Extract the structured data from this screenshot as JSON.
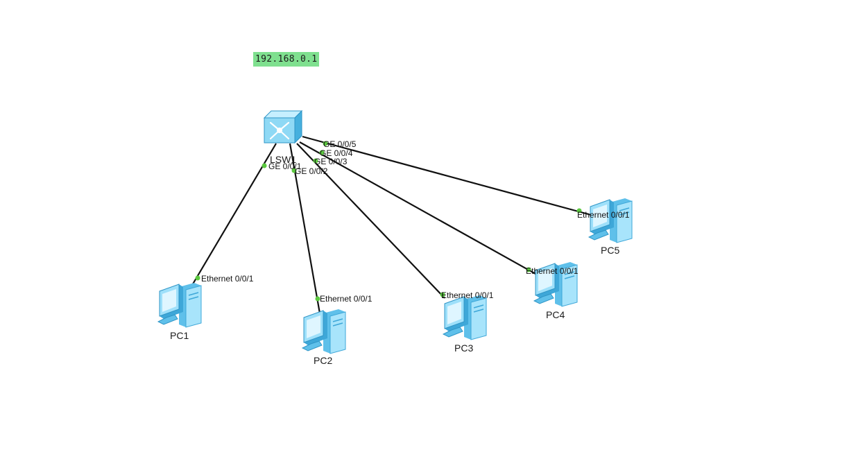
{
  "topology": {
    "ip_note": "192.168.0.1",
    "switch": {
      "label": "LSW1",
      "icon": "switch-icon"
    },
    "pcs": [
      {
        "label": "PC1",
        "icon": "pc-icon",
        "switch_port": "GE 0/0/1",
        "pc_port": "Ethernet 0/0/1"
      },
      {
        "label": "PC2",
        "icon": "pc-icon",
        "switch_port": "GE 0/0/2",
        "pc_port": "Ethernet 0/0/1"
      },
      {
        "label": "PC3",
        "icon": "pc-icon",
        "switch_port": "GE 0/0/3",
        "pc_port": "Ethernet 0/0/1"
      },
      {
        "label": "PC4",
        "icon": "pc-icon",
        "switch_port": "GE 0/0/4",
        "pc_port": "Ethernet 0/0/1"
      },
      {
        "label": "PC5",
        "icon": "pc-icon",
        "switch_port": "GE 0/0/5",
        "pc_port": "Ethernet 0/0/1"
      }
    ]
  },
  "colors": {
    "link": "#111111",
    "port_dot": "#5cc940",
    "device_body": "#7fd0f2",
    "device_dark": "#3ea7d8",
    "ip_note_bg": "#7fe08f"
  }
}
